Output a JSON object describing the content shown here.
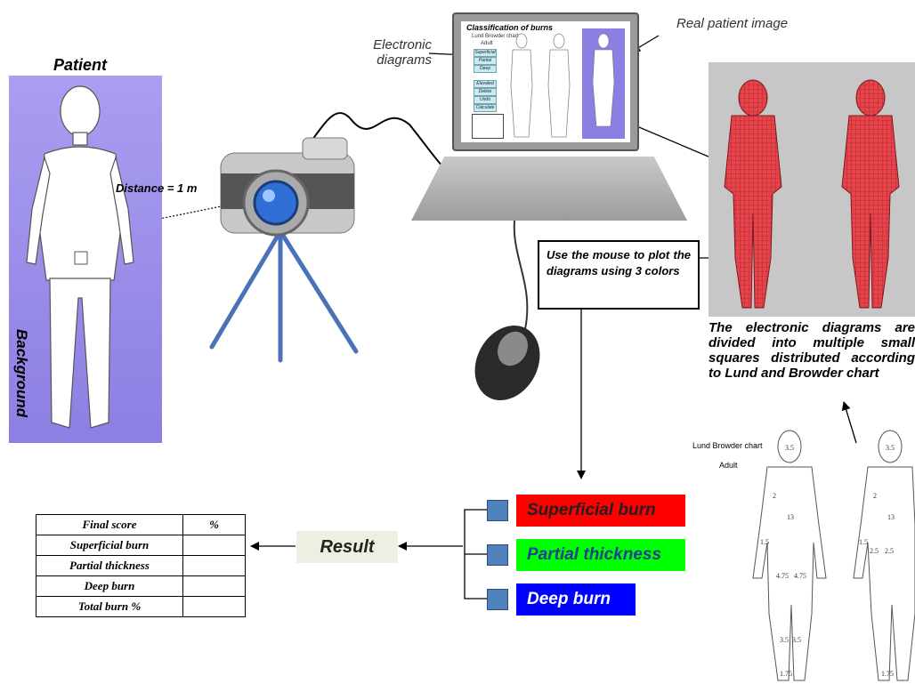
{
  "patient": {
    "title": "Patient",
    "background_label": "Background",
    "distance_label": "Distance = 1 m"
  },
  "labels": {
    "electronic_diagrams": "Electronic diagrams",
    "real_patient_image": "Real patient image"
  },
  "screen": {
    "title": "Classification of burns",
    "chart_label": "Lund Browder chart",
    "adult": "Adult",
    "buttons": [
      "Superficial",
      "Partial",
      "Deep"
    ],
    "buttons2": [
      "Elevated",
      "Delete",
      "Undo",
      "Calculate"
    ]
  },
  "mouse_note": "Use the mouse to plot the diagrams using 3 colors",
  "grid_description": "The electronic diagrams are divided into multiple small squares distributed according to Lund and Browder chart",
  "lund_chart": {
    "title": "Lund Browder chart",
    "subtitle": "Adult",
    "numbers": [
      "3.5",
      "3.5",
      "2",
      "2",
      "13",
      "13",
      "1.5",
      "1.5",
      "2.5",
      "2.5",
      "4.75",
      "4.75",
      "3.5",
      "3.5",
      "1.75",
      "1.75"
    ]
  },
  "categories": [
    {
      "label": "Superficial burn",
      "bg": "#ff0000",
      "fg": "#202020"
    },
    {
      "label": "Partial thickness",
      "bg": "#00ff00",
      "fg": "#1a3f8f"
    },
    {
      "label": "Deep burn",
      "bg": "#0000ff",
      "fg": "#ffffff"
    }
  ],
  "result_label": "Result",
  "result_table": {
    "header": [
      "Final score",
      "%"
    ],
    "rows": [
      "Superficial burn",
      "Partial  thickness",
      "Deep burn",
      "Total burn %"
    ]
  },
  "colors": {
    "panel": "#9a8fea",
    "grid_body": "#e8424a",
    "grid_bg": "#c7c7c7",
    "square": "#4f81bd",
    "tripod": "#4a72b8"
  }
}
